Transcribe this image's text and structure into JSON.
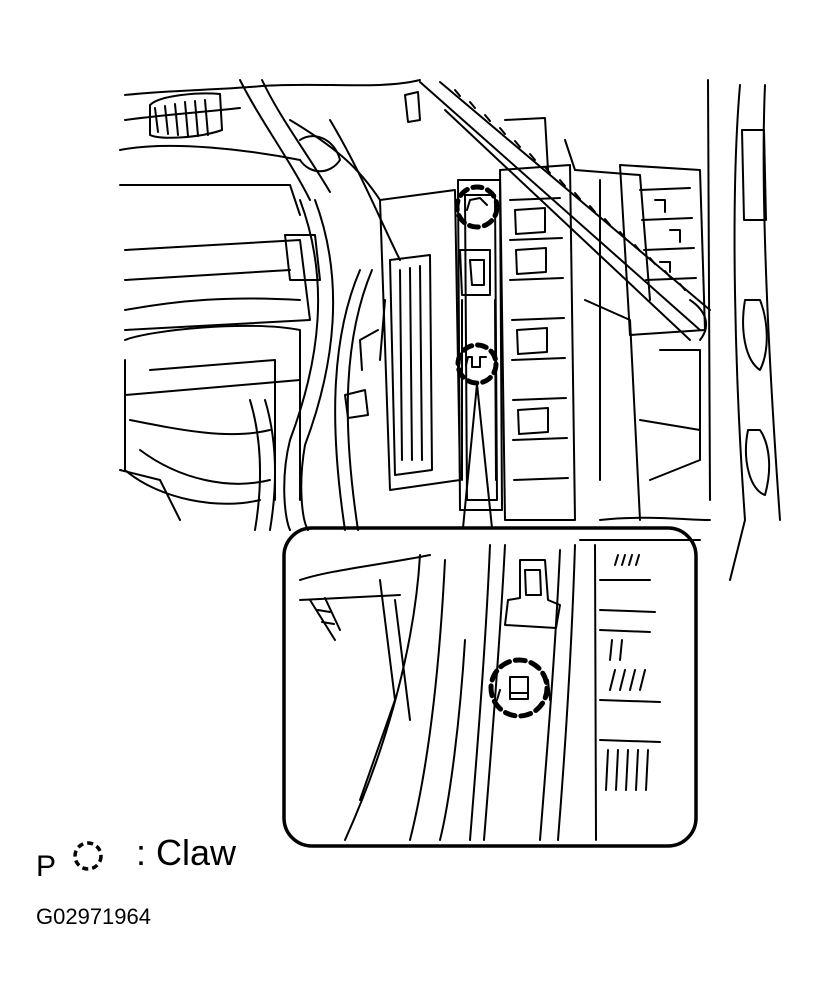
{
  "legend": {
    "letter": "P",
    "symbol_icon": "dashed-circle-icon",
    "separator": ":",
    "label": "Claw"
  },
  "figure_code": "G02971964"
}
